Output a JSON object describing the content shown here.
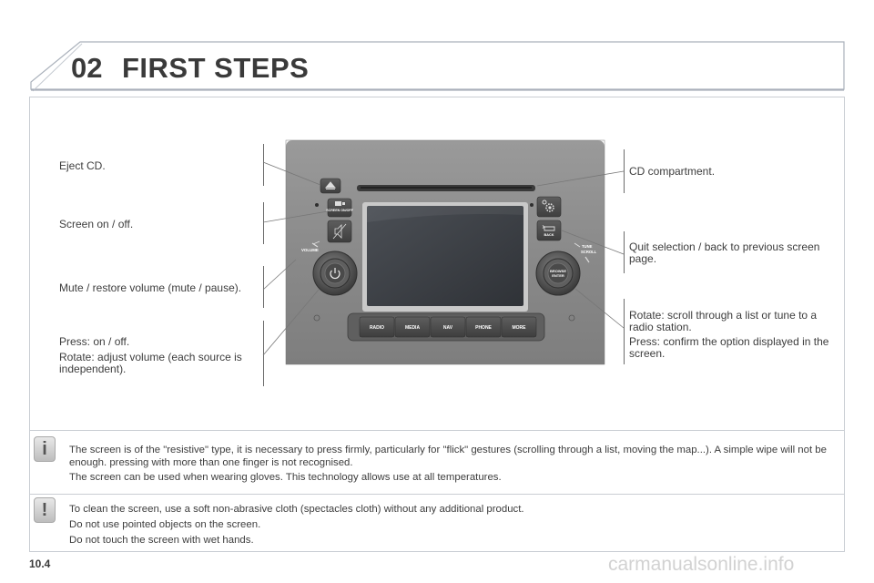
{
  "header": {
    "chapter_number": "02",
    "chapter_title": "FIRST STEPS"
  },
  "labels": {
    "eject": "Eject CD.",
    "screen": "Screen on / off.",
    "mute": "Mute / restore volume (mute / pause).",
    "volume_press": "Press: on / off.",
    "volume_rotate": "Rotate: adjust volume (each source is independent).",
    "cd": "CD compartment.",
    "back": "Quit selection / back to previous screen page.",
    "rotate_scroll": "Rotate: scroll through a list or tune to a radio station.",
    "press_confirm": "Press: confirm the option displayed in the screen."
  },
  "device": {
    "screen_onoff": "SCREEN ON/OFF",
    "volume": "VOLUME",
    "back": "BACK",
    "tune_scroll_1": "TUNE",
    "tune_scroll_2": "SCROLL",
    "browse_1": "BROWSE",
    "browse_2": "ENTER",
    "buttons": [
      "RADIO",
      "MEDIA",
      "NAV",
      "PHONE",
      "MORE"
    ]
  },
  "notes": {
    "info": [
      "The screen is of the \"resistive\" type, it is necessary to press firmly, particularly for \"flick\" gestures (scrolling through a list, moving the map...). A simple wipe will not be enough. pressing with more than one finger is not recognised.",
      "The screen can be used when wearing gloves. This technology allows use at all temperatures."
    ],
    "warning": [
      "To clean the screen, use a soft non-abrasive cloth (spectacles cloth) without any additional product.",
      "Do not use pointed objects on the screen.",
      "Do not touch the screen with wet hands."
    ]
  },
  "footer": {
    "page_number": "10.4",
    "watermark": "carmanualsonline.info"
  },
  "icons": {
    "info": "info-icon",
    "warning": "warning-icon",
    "eject": "eject-icon",
    "gear": "gear-icon",
    "back": "back-arrow-icon",
    "mute": "mute-icon",
    "power": "power-icon"
  }
}
